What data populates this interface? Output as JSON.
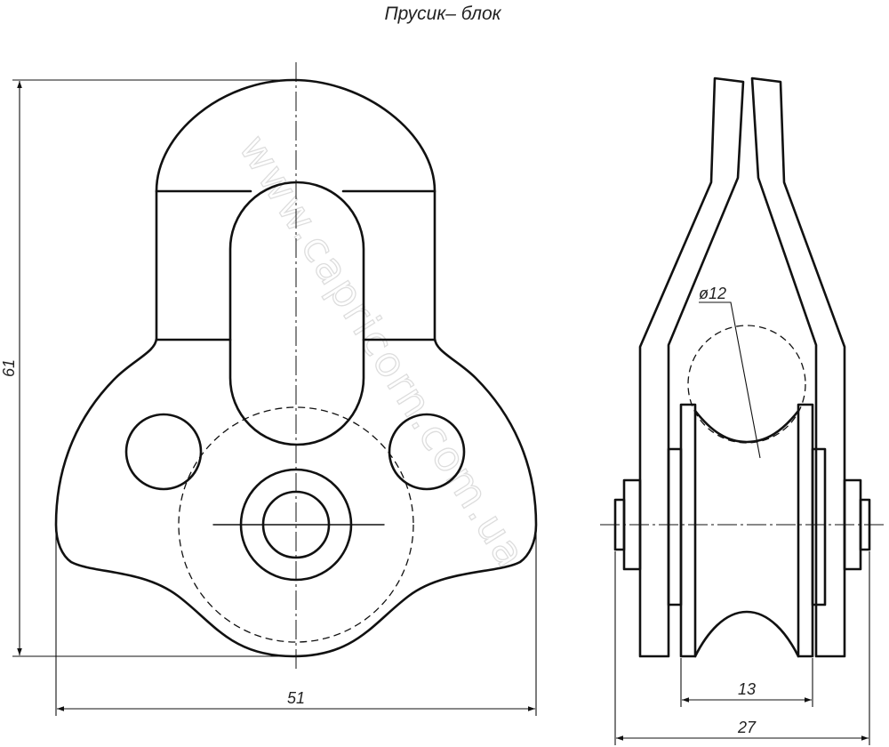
{
  "drawing": {
    "title": "Прусик– блок",
    "watermark": "www.capricorn.com.ua",
    "dimensions": {
      "height": "61",
      "width": "51",
      "sheave_diameter": "ø12",
      "sheave_width": "13",
      "total_width": "27"
    }
  }
}
